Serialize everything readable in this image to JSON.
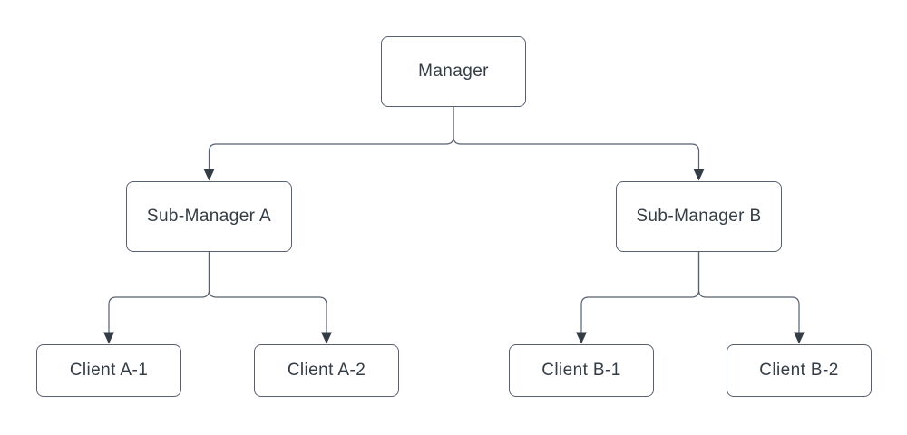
{
  "diagram": {
    "type": "org-chart",
    "nodes": {
      "manager": {
        "label": "Manager"
      },
      "sub_manager_a": {
        "label": "Sub-Manager A"
      },
      "sub_manager_b": {
        "label": "Sub-Manager B"
      },
      "client_a1": {
        "label": "Client A-1"
      },
      "client_a2": {
        "label": "Client A-2"
      },
      "client_b1": {
        "label": "Client B-1"
      },
      "client_b2": {
        "label": "Client B-2"
      }
    },
    "edges": [
      {
        "from": "Manager",
        "to": "Sub-Manager A"
      },
      {
        "from": "Manager",
        "to": "Sub-Manager B"
      },
      {
        "from": "Sub-Manager A",
        "to": "Client A-1"
      },
      {
        "from": "Sub-Manager A",
        "to": "Client A-2"
      },
      {
        "from": "Sub-Manager B",
        "to": "Client B-1"
      },
      {
        "from": "Sub-Manager B",
        "to": "Client B-2"
      }
    ],
    "colors": {
      "background": "#ffffff",
      "shape_fill": "#ffffff",
      "shape_border": "#586070",
      "connector_line": "#586070",
      "arrowhead": "#343c46",
      "text": "#343c46"
    }
  }
}
